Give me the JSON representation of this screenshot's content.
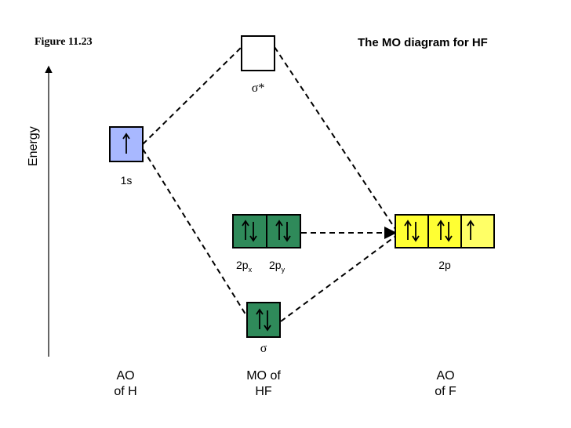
{
  "figure_label": "Figure 11.23",
  "title": "The MO diagram for HF",
  "axis_label": "Energy",
  "orbital_labels": {
    "h_1s": "1s",
    "sigma_star": "σ*",
    "sigma": "σ",
    "px_main": "2p",
    "px_sub": "x",
    "py_main": "2p",
    "py_sub": "y",
    "f_2p": "2p"
  },
  "columns": {
    "left": [
      "AO",
      "of H"
    ],
    "middle": [
      "MO of",
      "HF"
    ],
    "right": [
      "AO",
      "of F"
    ]
  },
  "colors": {
    "h_box": "#a8b8ff",
    "mo_box": "#2f8a5a",
    "f_box": "#ffff33",
    "empty_box": "#ffffff"
  },
  "orbitals": {
    "h_1s": [
      "up"
    ],
    "sigma_star": [
      "empty"
    ],
    "nonbonding": [
      "pair",
      "pair"
    ],
    "f_2p": [
      "pair",
      "pair",
      "up"
    ],
    "sigma": [
      "pair"
    ]
  }
}
